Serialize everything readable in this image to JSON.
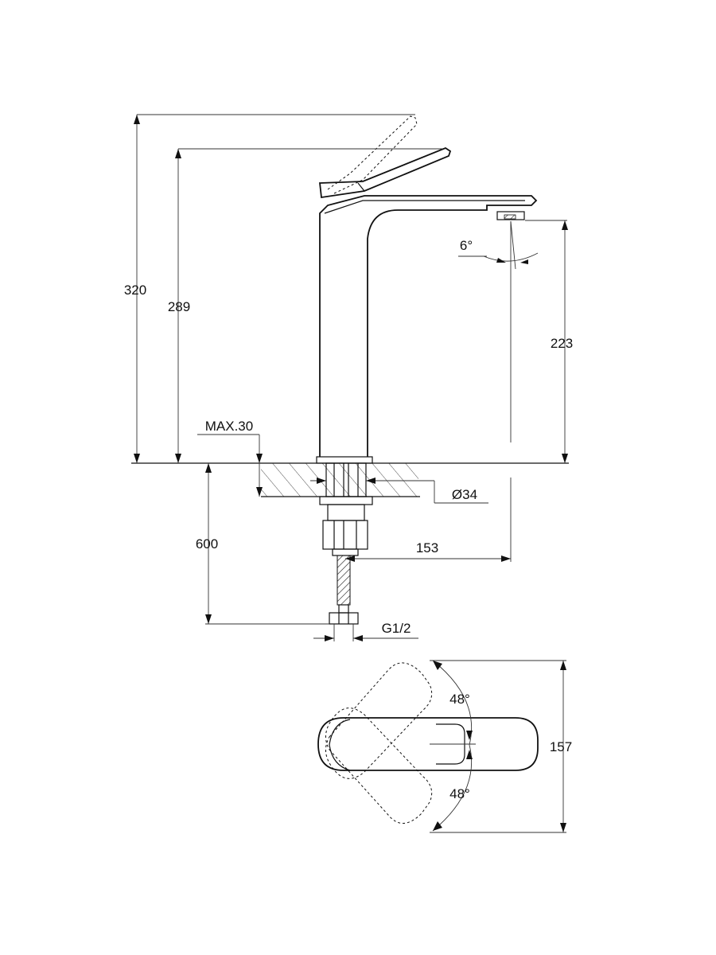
{
  "labels": {
    "overall_height": "320",
    "handle_height": "289",
    "spout_height": "223",
    "max_deck": "MAX.30",
    "hole_dia": "Ø34",
    "hose_length": "600",
    "spout_reach": "153",
    "thread": "G1/2",
    "spout_angle": "6°",
    "handle_angle_top": "48°",
    "handle_angle_bottom": "48°",
    "body_length": "157"
  }
}
